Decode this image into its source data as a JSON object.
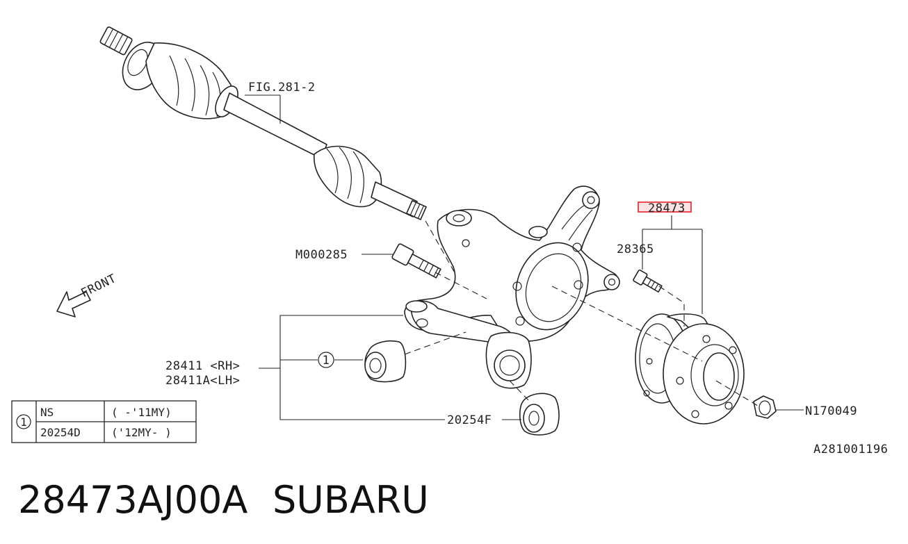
{
  "labels": {
    "fig_ref": "FIG.281-2",
    "bolt": "M000285",
    "front": "FRONT",
    "hub_assembly": "28473",
    "hub_bolt": "28365",
    "knuckle_rh": "28411 <RH>",
    "knuckle_lh": "28411A<LH>",
    "callout_number": "1",
    "bushing": "20254F",
    "nut": "N170049",
    "diagram_id": "A281001196"
  },
  "note_table": {
    "marker": "1",
    "rows": [
      {
        "part": "NS",
        "applicability": "( -'11MY)"
      },
      {
        "part": "20254D",
        "applicability": "('12MY- )"
      }
    ]
  },
  "caption": {
    "part_number": "28473AJ00A",
    "brand": "SUBARU"
  },
  "colors": {
    "line": "#222222",
    "highlight": "#e8202a",
    "highlight_fill": "#fbe3e4"
  }
}
